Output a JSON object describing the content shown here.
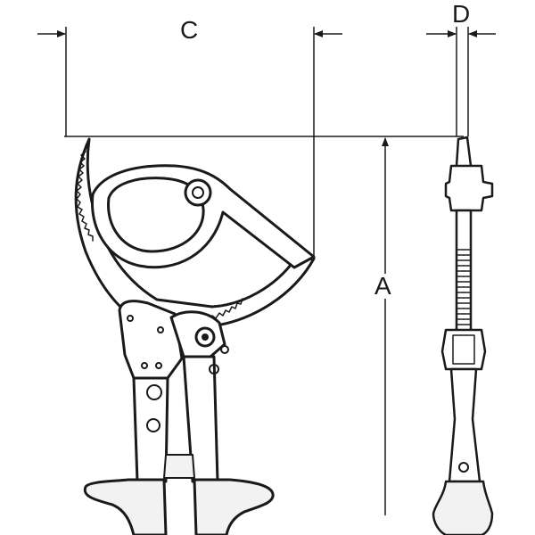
{
  "diagram": {
    "subject": "ratchet-cable-cutter-dimension-drawing",
    "labels": {
      "c": "C",
      "d": "D",
      "a": "A"
    },
    "colors": {
      "line": "#1a1a1a",
      "fill": "#ffffff",
      "grip": "#f2f2f2"
    }
  }
}
